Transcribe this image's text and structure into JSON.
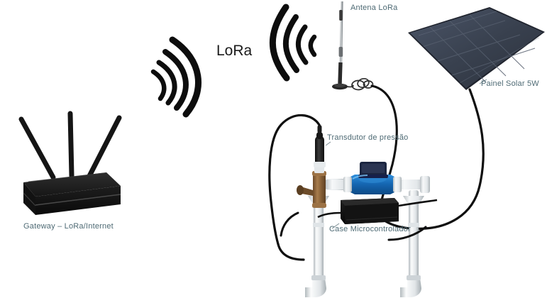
{
  "diagram": {
    "title": "LoRa water-metering field installation schematic",
    "background_color": "#ffffff",
    "label_color": "#4e6a74",
    "accent_black": "#111111"
  },
  "labels": {
    "gateway": "Gateway – LoRa/Internet",
    "lora": "LoRa",
    "antenna": "Antena LoRa",
    "solar_panel": "Painel Solar 5W",
    "pressure_transducer": "Transdutor  de pressão",
    "controller_case": "Case Microcontrolador"
  },
  "components": {
    "gateway_router": {
      "name": "LoRa/Internet gateway router",
      "antenna_count": 3,
      "body_color": "#1c1c1c"
    },
    "radio_waves_left": {
      "name": "LoRa radio waves toward gateway",
      "arc_count": 4,
      "direction": "left",
      "color": "#0d0d0d"
    },
    "radio_waves_right": {
      "name": "LoRa radio waves from node antenna",
      "arc_count": 4,
      "direction": "right",
      "color": "#0d0d0d"
    },
    "lora_antenna": {
      "name": "LoRa whip antenna with magnetic base",
      "color": "#d8d8d8",
      "base_color": "#2a2a2a"
    },
    "solar_panel": {
      "name": "5W photovoltaic panel",
      "power": "5W",
      "cell_columns": 4,
      "cell_rows": 4,
      "color": "#3a4455",
      "frame_color": "#20242e"
    },
    "pressure_transducer": {
      "name": "Pressure transducer probe",
      "color": "#232323"
    },
    "water_meter": {
      "name": "Inline water meter",
      "body_color": "#1668b4",
      "register_color": "#1b2540"
    },
    "brass_valve": {
      "name": "Bronze gate/ball valve",
      "color": "#8a6237"
    },
    "controller_case": {
      "name": "Microcontroller enclosure",
      "color": "#151515"
    },
    "pvc_piping": {
      "name": "White PVC pipe manifold",
      "color": "#e9ecee",
      "leg_count": 2
    },
    "cables": {
      "name": "Sensor and power cables",
      "color": "#0f0f0f",
      "count": 4
    }
  }
}
